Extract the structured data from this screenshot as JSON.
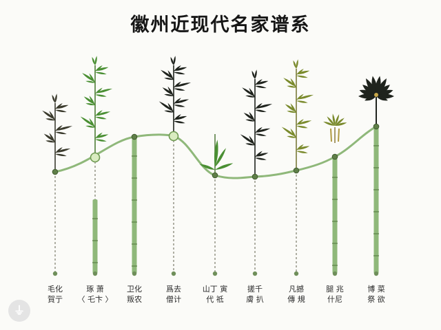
{
  "title": "徽州近现代名家谱系",
  "colors": {
    "stem": "#8fb87a",
    "stemDark": "#5a7f45",
    "ink": "#1f231d",
    "leafGreen": "#4a8f33",
    "leafOlive": "#7a8a2c"
  },
  "figures": [
    {
      "line1": "毛化",
      "line2": "賀亍",
      "plant": "ink-bamboo",
      "stem": "dashed",
      "node": "small"
    },
    {
      "line1": "琢 萧",
      "line2": "〈 乇卞 〉",
      "plant": "green-bamboo",
      "stem": "bamboo-low",
      "node": "big"
    },
    {
      "line1": "卫化",
      "line2": "叛农",
      "plant": "none",
      "stem": "bamboo-full",
      "node": "small"
    },
    {
      "line1": "爲去",
      "line2": "僧计",
      "plant": "ink-bamboo-dark",
      "stem": "dashed",
      "node": "big"
    },
    {
      "line1": "山丁 寅",
      "line2": "代 祗",
      "plant": "green-leaf",
      "stem": "dashed",
      "node": "small"
    },
    {
      "line1": "搓千",
      "line2": "膚 扒",
      "plant": "ink-bamboo-dark",
      "stem": "dashed",
      "node": "small"
    },
    {
      "line1": "凡撼",
      "line2": "傳 規",
      "plant": "olive-bamboo",
      "stem": "dashed",
      "node": "small"
    },
    {
      "line1": "腿 兆",
      "line2": "什尼",
      "plant": "olive-small",
      "stem": "bamboo-mid",
      "node": "small"
    },
    {
      "line1": "博 菜",
      "line2": "祭 欲",
      "plant": "ink-tree",
      "stem": "bamboo-full",
      "node": "small"
    }
  ],
  "badge_icon": "plug-icon"
}
